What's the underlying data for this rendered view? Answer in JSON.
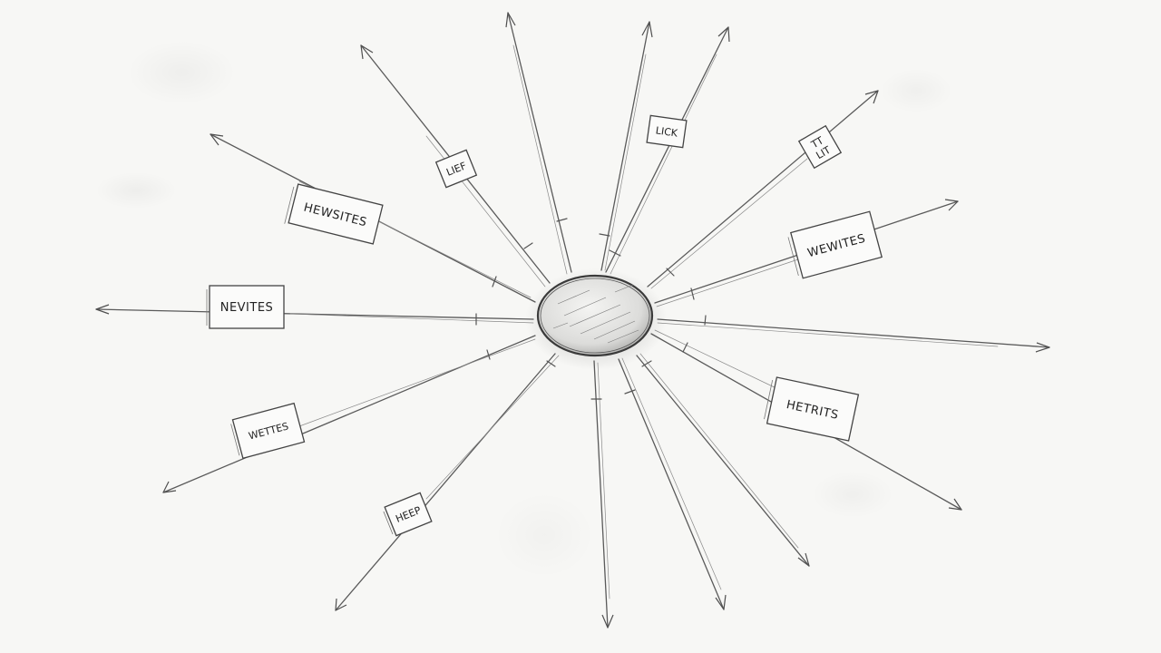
{
  "labels": {
    "hewsites": "HEWSITES",
    "nevites": "NEVITES",
    "wettes": "WETTES",
    "heep": "HEEP",
    "lief": "LIEF",
    "lick": "LICK",
    "tt_line1": "TT",
    "tt_line2": "LIT",
    "wewites": "WEWITES",
    "hetrits": "HETRITS"
  }
}
